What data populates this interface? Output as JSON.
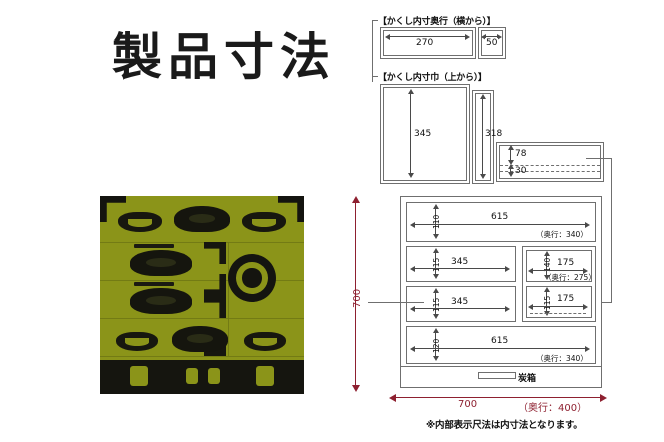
{
  "page": {
    "title": "製品寸法",
    "footnote": "※内部表示尺法は内寸法となります。"
  },
  "photo": {
    "alt_name": "japanese-tansu-chest",
    "body_color": "#8b9419",
    "hardware_color": "#15150f"
  },
  "drawing": {
    "sections": [
      {
        "id": "hidden-depth",
        "label": "【かくし内寸奥行（横から）】"
      },
      {
        "id": "hidden-width",
        "label": "【かくし内寸巾（上から）】"
      }
    ],
    "hidden_depth": {
      "main_value": "270",
      "side_value": "50"
    },
    "hidden_width": {
      "main_value": "345",
      "side_value": "318"
    },
    "hidden_section": {
      "top_value": "78",
      "bottom_value": "30"
    },
    "drawers": [
      {
        "id": "drawer-1",
        "height": "110",
        "width": "615",
        "depth": "（奥行：340）"
      },
      {
        "id": "drawer-2",
        "height": "115",
        "width": "345",
        "depth": ""
      },
      {
        "id": "drawer-3",
        "height": "115",
        "width": "345",
        "depth": ""
      },
      {
        "id": "drawer-4",
        "height": "120",
        "width": "615",
        "depth": "（奥行：340）"
      }
    ],
    "small_drawers": [
      {
        "id": "small-drawer-1",
        "height": "140",
        "width": "175",
        "depth": "（奥行：275）"
      },
      {
        "id": "small-drawer-2",
        "height": "115",
        "width": "175",
        "depth": ""
      }
    ],
    "charcoal_box": {
      "label": "炭箱"
    },
    "overall": {
      "height": "700",
      "width": "700",
      "depth": "（奥行：400）",
      "color": "#8e2030"
    }
  }
}
